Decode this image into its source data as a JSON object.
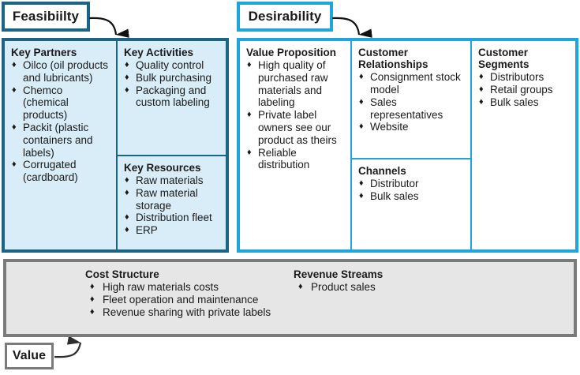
{
  "callouts": {
    "feasibility": "Feasibiilty",
    "desirability": "Desirability",
    "value": "Value"
  },
  "bullet_glyph": "♦",
  "colors": {
    "feasibility_border": "#1c6486",
    "feasibility_fill": "#d8edf7",
    "desirability_border": "#1fa4db",
    "desirability_fill": "#ffffff",
    "bottom_border": "#7a7a7a",
    "bottom_fill": "#e6e6e6",
    "text": "#1a1a1a"
  },
  "feasibility_group": {
    "key_partners": {
      "title": "Key Partners",
      "items": [
        "Oilco (oil products and lubricants)",
        "Chemco (chemical products)",
        "Packit (plastic containers and labels)",
        "Corrugated (cardboard)"
      ]
    },
    "key_activities": {
      "title": "Key Activities",
      "items": [
        "Quality control",
        "Bulk purchasing",
        "Packaging and custom labeling"
      ]
    },
    "key_resources": {
      "title": "Key Resources",
      "items": [
        "Raw materials",
        "Raw material storage",
        "Distribution fleet",
        "ERP"
      ]
    }
  },
  "desirability_group": {
    "value_proposition": {
      "title": "Value Proposition",
      "items": [
        "High quality of purchased raw materials and labeling",
        "Private label owners see our product as theirs",
        "Reliable distribution"
      ]
    },
    "customer_relationships": {
      "title": "Customer Relationships",
      "items": [
        "Consignment stock model",
        "Sales representatives",
        "Website"
      ]
    },
    "channels": {
      "title": "Channels",
      "items": [
        "Distributor",
        "Bulk sales"
      ]
    },
    "customer_segments": {
      "title": "Customer Segments",
      "items": [
        "Distributors",
        "Retail groups",
        "Bulk sales"
      ]
    }
  },
  "bottom_bar": {
    "cost_structure": {
      "title": "Cost Structure",
      "items": [
        "High raw materials costs",
        "Fleet operation and maintenance",
        "Revenue sharing with private labels"
      ]
    },
    "revenue_streams": {
      "title": "Revenue Streams",
      "items": [
        "Product sales"
      ]
    }
  }
}
